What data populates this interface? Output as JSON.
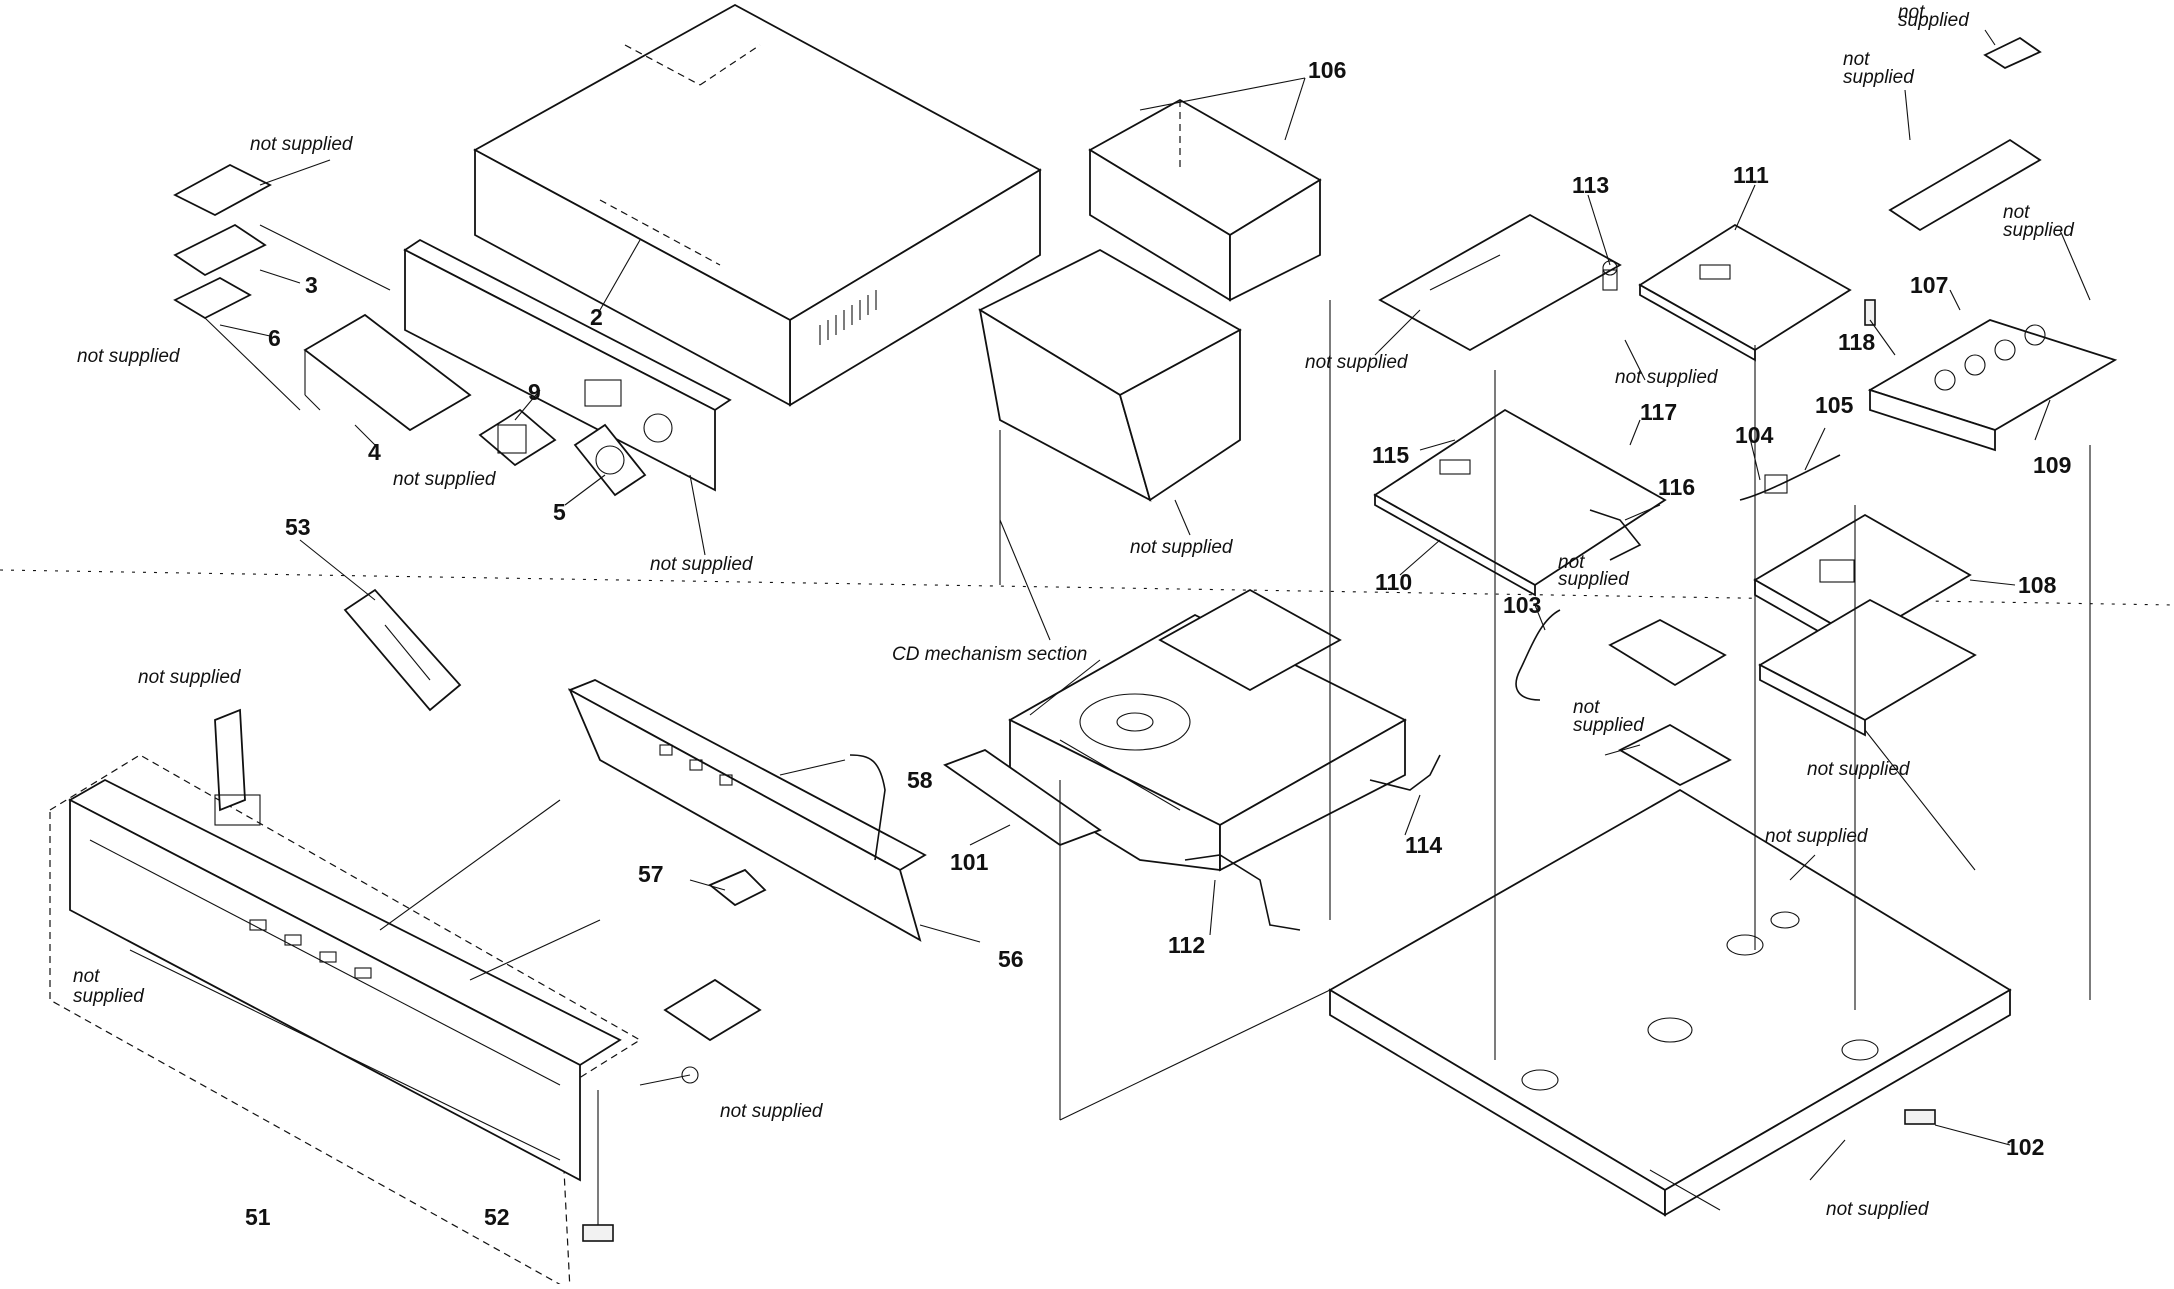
{
  "diagram": {
    "part_numbers": [
      "2",
      "3",
      "4",
      "5",
      "6",
      "9",
      "51",
      "52",
      "53",
      "56",
      "57",
      "58",
      "101",
      "102",
      "103",
      "104",
      "105",
      "106",
      "107",
      "108",
      "109",
      "110",
      "111",
      "112",
      "113",
      "114",
      "115",
      "116",
      "117",
      "118"
    ],
    "not_supplied_label": "not supplied",
    "not_supplied_split": [
      "not",
      "supplied"
    ],
    "section_label": "CD mechanism section"
  }
}
